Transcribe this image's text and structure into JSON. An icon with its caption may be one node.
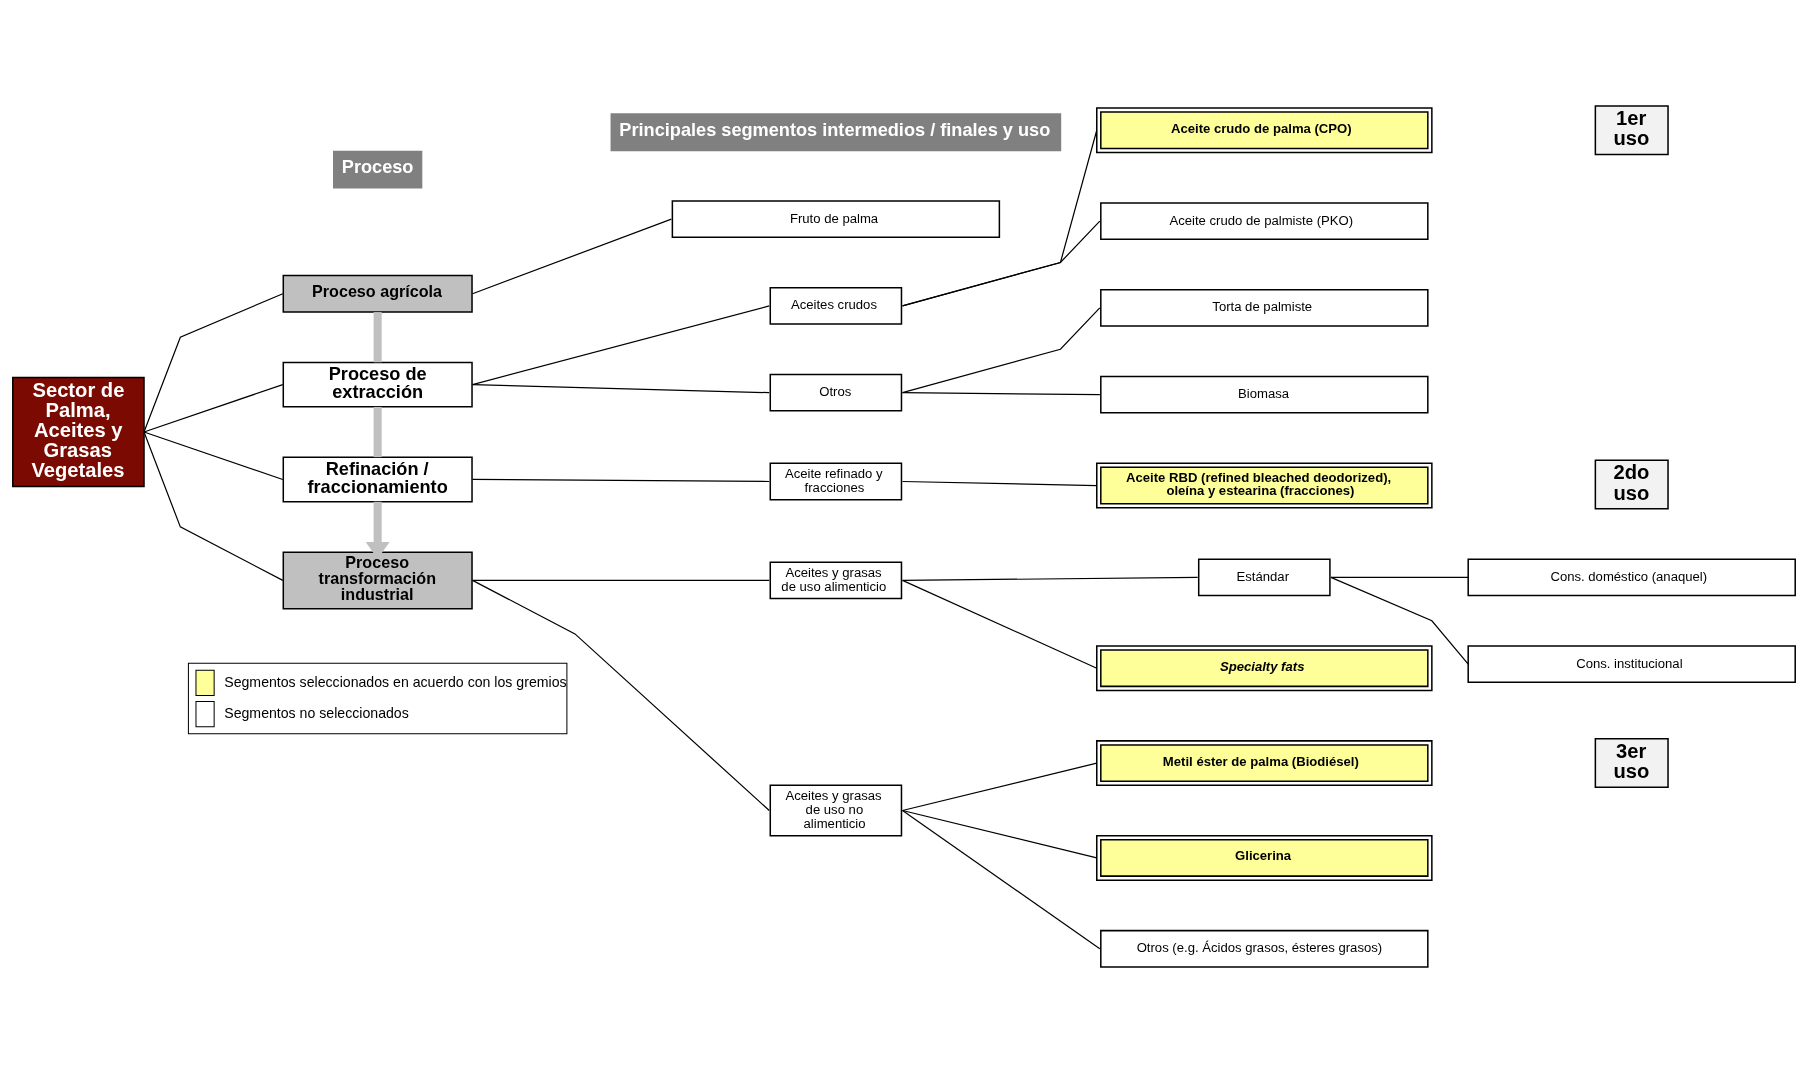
{
  "diagram": {
    "nodes": [
      {
        "text": [
          "Sector de Palma, Aceites y Grasas Vegetales"
        ]
      },
      {
        "text": [
          "Proceso"
        ]
      },
      {
        "text": [
          "Principales segmentos intermedios / finales y uso"
        ]
      },
      {
        "text": [
          "Proceso agrícola"
        ]
      },
      {
        "text": [
          "Proceso de extracción"
        ]
      },
      {
        "text": [
          "Refinación / fraccionamiento"
        ]
      },
      {
        "text": [
          "Proceso transformación industrial"
        ]
      },
      {
        "text": [
          "Fruto de palma"
        ]
      },
      {
        "text": [
          "Aceites crudos"
        ]
      },
      {
        "text": [
          "Aceite crudo de palma (CPO)"
        ]
      },
      {
        "text": [
          "Aceite crudo de palmiste (PKO)"
        ]
      },
      {
        "text": [
          "Otros"
        ]
      },
      {
        "text": [
          "Torta de palmiste"
        ]
      },
      {
        "text": [
          "Biomasa"
        ]
      },
      {
        "text": [
          "Aceite refinado y fracciones"
        ]
      },
      {
        "text": [
          "Aceite RBD (refined bleached deodorized), oleína y estearina (fracciones)"
        ]
      },
      {
        "text": [
          "Aceites y grasas de uso alimenticio"
        ]
      },
      {
        "text": [
          "Estándar"
        ]
      },
      {
        "text": [
          "Cons. doméstico (anaquel)"
        ]
      },
      {
        "text": [
          "Cons. institucional"
        ]
      },
      {
        "text": [
          "Specialty fats"
        ]
      },
      {
        "text": [
          "Aceites y grasas de uso no alimenticio"
        ]
      },
      {
        "text": [
          "Metil éster de palma (Biodiésel)"
        ]
      },
      {
        "text": [
          "Glicerina"
        ]
      },
      {
        "text": [
          "Otros (e.g. Ácidos grasos, ésteres grasos)"
        ]
      },
      {
        "text": [
          "1er uso"
        ]
      },
      {
        "text": [
          "2do uso"
        ]
      },
      {
        "text": [
          "3er uso"
        ]
      }
    ],
    "edges": [
      {
        "from": 0,
        "to": 3,
        "arrow": "none"
      },
      {
        "from": 0,
        "to": 4,
        "arrow": "none"
      },
      {
        "from": 0,
        "to": 5,
        "arrow": "none"
      },
      {
        "from": 0,
        "to": 6,
        "arrow": "none"
      },
      {
        "from": 3,
        "to": 4,
        "arrow": "none",
        "style": "thick",
        "color": "#c0c0c0"
      },
      {
        "from": 4,
        "to": 5,
        "arrow": "none",
        "style": "thick",
        "color": "#c0c0c0"
      },
      {
        "from": 5,
        "to": 6,
        "arrow": "to",
        "style": "thick",
        "color": "#c0c0c0"
      },
      {
        "from": 3,
        "to": 7,
        "arrow": "none"
      },
      {
        "from": 4,
        "to": 8,
        "arrow": "none"
      },
      {
        "from": 4,
        "to": 11,
        "arrow": "none"
      },
      {
        "from": 8,
        "to": 9,
        "arrow": "none"
      },
      {
        "from": 8,
        "to": 10,
        "arrow": "none"
      },
      {
        "from": 11,
        "to": 12,
        "arrow": "none"
      },
      {
        "from": 11,
        "to": 13,
        "arrow": "none"
      },
      {
        "from": 5,
        "to": 14,
        "arrow": "none"
      },
      {
        "from": 14,
        "to": 15,
        "arrow": "none"
      },
      {
        "from": 6,
        "to": 16,
        "arrow": "none"
      },
      {
        "from": 6,
        "to": 21,
        "arrow": "none"
      },
      {
        "from": 16,
        "to": 17,
        "arrow": "none"
      },
      {
        "from": 16,
        "to": 20,
        "arrow": "none"
      },
      {
        "from": 17,
        "to": 18,
        "arrow": "none"
      },
      {
        "from": 17,
        "to": 19,
        "arrow": "none"
      },
      {
        "from": 21,
        "to": 22,
        "arrow": "none"
      },
      {
        "from": 21,
        "to": 23,
        "arrow": "none"
      },
      {
        "from": 21,
        "to": 24,
        "arrow": "none"
      }
    ],
    "legend": [
      {
        "text": "Segmentos seleccionados en acuerdo con los gremios",
        "color": "#ffff99"
      },
      {
        "text": "Segmentos no seleccionados",
        "color": "#ffffff"
      }
    ]
  }
}
